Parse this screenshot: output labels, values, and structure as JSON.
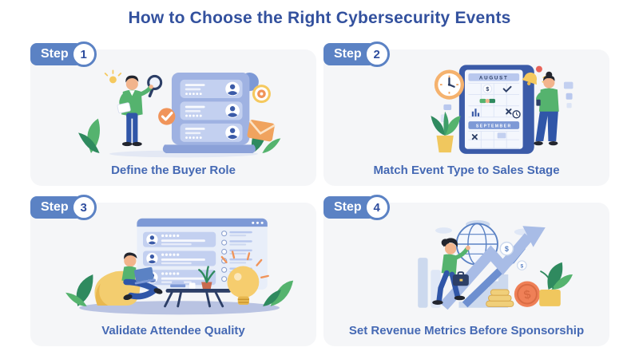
{
  "page": {
    "title": "How to Choose the Right Cybersecurity Events"
  },
  "colors": {
    "accent_blue": "#5b82c4",
    "title_blue": "#33519e",
    "caption_blue": "#4569b4",
    "card_background": "#f5f6f8",
    "illustration_green": "#55b36e",
    "illustration_orange": "#f0945a",
    "illustration_yellow": "#f5c95f"
  },
  "steps": [
    {
      "badge_label": "Step",
      "number": "1",
      "caption": "Define the Buyer Role",
      "icon": "buyer-profiles-scroll-illustration"
    },
    {
      "badge_label": "Step",
      "number": "2",
      "caption": "Match Event Type to Sales Stage",
      "icon": "event-calendar-illustration"
    },
    {
      "badge_label": "Step",
      "number": "3",
      "caption": "Validate Attendee Quality",
      "icon": "attendee-review-illustration"
    },
    {
      "badge_label": "Step",
      "number": "4",
      "caption": "Set Revenue Metrics Before Sponsorship",
      "icon": "revenue-growth-illustration"
    }
  ],
  "calendar": {
    "month_top": "AUGUST",
    "month_bottom": "SEPTEMBER"
  },
  "glyphs": {
    "dollar": "$"
  }
}
